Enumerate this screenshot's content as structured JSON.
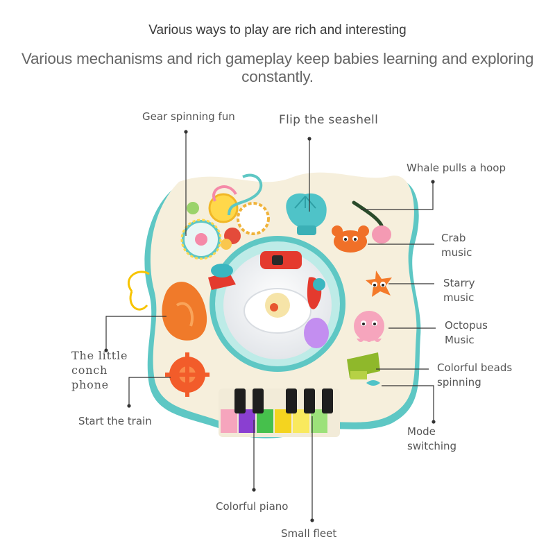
{
  "header": {
    "title": "Various ways to play are rich and interesting",
    "subtitle": "Various mechanisms and rich gameplay keep babies learning and exploring constantly."
  },
  "callouts": {
    "gear": "Gear spinning fun",
    "seashell": "Flip the seashell",
    "whale": "Whale pulls a hoop",
    "crab": [
      "Crab",
      "music"
    ],
    "starry": [
      "Starry",
      "music"
    ],
    "octopus": [
      "Octopus",
      "Music"
    ],
    "beads": [
      "Colorful beads",
      "spinning"
    ],
    "conch": [
      "The little",
      "conch",
      "phone"
    ],
    "train": "Start the train",
    "mode": [
      "Mode",
      "switching"
    ],
    "piano": "Colorful piano",
    "fleet": "Small fleet"
  },
  "colors": {
    "base": "#f7f0dd",
    "rim": "#5ec7c4",
    "orange": "#f57b2a",
    "red": "#e43a2e",
    "pink": "#f3a8c2",
    "purple": "#8a3fd1",
    "green": "#46c04c",
    "yellow": "#f4d41f"
  }
}
